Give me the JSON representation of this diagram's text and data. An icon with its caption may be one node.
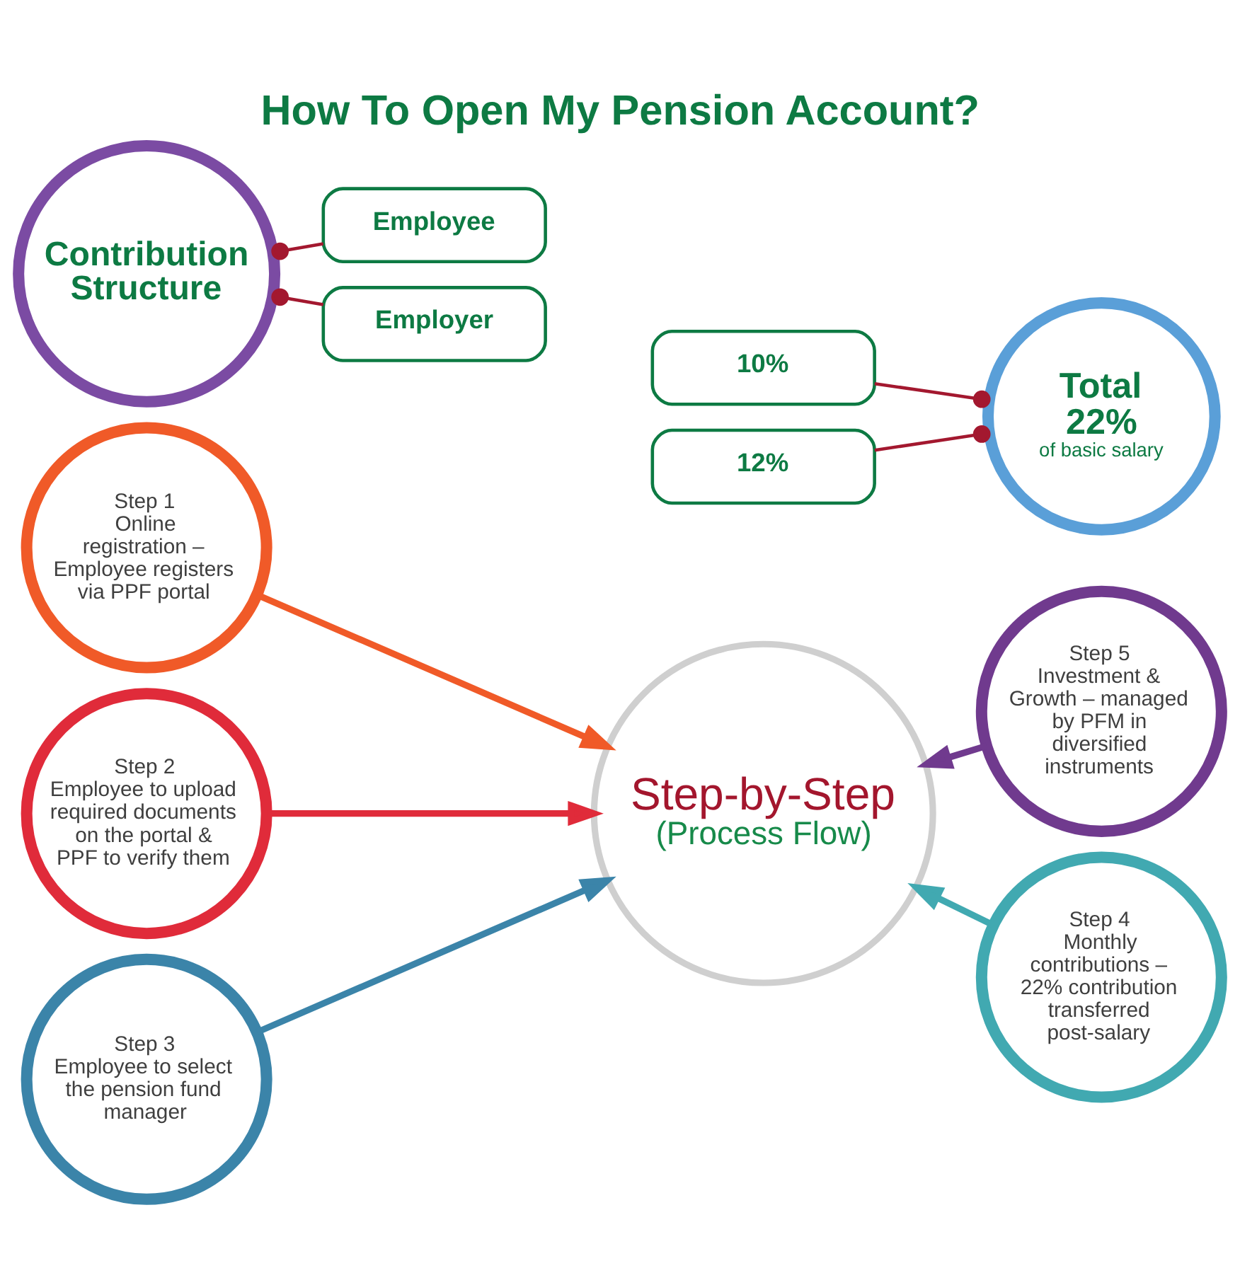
{
  "diagram": {
    "title": "How To Open My Pension Account?",
    "nodes": [
      {
        "text": [
          "Contribution Structure"
        ]
      },
      {
        "text": [
          "Employee"
        ]
      },
      {
        "text": [
          "10%"
        ]
      },
      {
        "text": [
          "Employer"
        ]
      },
      {
        "text": [
          "12%"
        ]
      },
      {
        "text": [
          "Total 22%",
          "of basic salary"
        ]
      },
      {
        "text": [
          "Step-by-Step",
          "(Process Flow)"
        ]
      },
      {
        "text": [
          "Step 1",
          "Online registration – Employee registers via PPF portal"
        ]
      },
      {
        "text": [
          "Step 2",
          "Employee to upload required documents on the portal & PPF to verify them"
        ]
      },
      {
        "text": [
          "Step 3",
          "Employee to select the pension fund manager"
        ]
      },
      {
        "text": [
          "Step 4",
          "Monthly contributions – 22% contribution transferred post-salary"
        ]
      },
      {
        "text": [
          "Step 5",
          "Investment & Growth – managed by PFM in diversified instruments"
        ]
      }
    ],
    "edges": [
      {
        "from": 0,
        "to": 1,
        "arrow": "other"
      },
      {
        "from": 0,
        "to": 3,
        "arrow": "other"
      },
      {
        "from": 2,
        "to": 5,
        "arrow": "other"
      },
      {
        "from": 4,
        "to": 5,
        "arrow": "other"
      },
      {
        "from": 7,
        "to": 6,
        "arrow": "to",
        "color": "#f05a28"
      },
      {
        "from": 8,
        "to": 6,
        "arrow": "to",
        "color": "#e02b3a"
      },
      {
        "from": 9,
        "to": 6,
        "arrow": "to",
        "color": "#3b84a9"
      },
      {
        "from": 10,
        "to": 6,
        "arrow": "to",
        "color": "#41a9b1"
      },
      {
        "from": 11,
        "to": 6,
        "arrow": "to",
        "color": "#703a8e"
      }
    ]
  }
}
